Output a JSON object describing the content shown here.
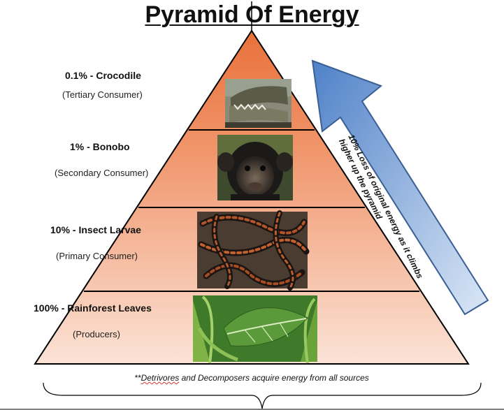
{
  "title": "Pyramid Of Energy",
  "levels": [
    {
      "name": "0.1% - Crocodile",
      "role": "(Tertiary Consumer)",
      "animal_icon": "crocodile-icon"
    },
    {
      "name": "1% - Bonobo",
      "role": "(Secondary Consumer)",
      "animal_icon": "bonobo-icon"
    },
    {
      "name": "10% - Insect Larvae",
      "role": "(Primary Consumer)",
      "animal_icon": "larvae-icon"
    },
    {
      "name": "100% - Rainforest Leaves",
      "role": "(Producers)",
      "animal_icon": "leaves-icon"
    }
  ],
  "arrow_text": "10% Loss of original energy as it climbs higher up the pyramid",
  "note": {
    "prefix": "**",
    "squiggle_word": "Detrivores",
    "rest": " and Decomposers acquire energy from all sources"
  },
  "colors": {
    "pyramid_top": "#e9713a",
    "pyramid_bottom": "#fbe3d6",
    "arrow_top": "#4f81c8",
    "arrow_bottom": "#dbe7f6"
  }
}
